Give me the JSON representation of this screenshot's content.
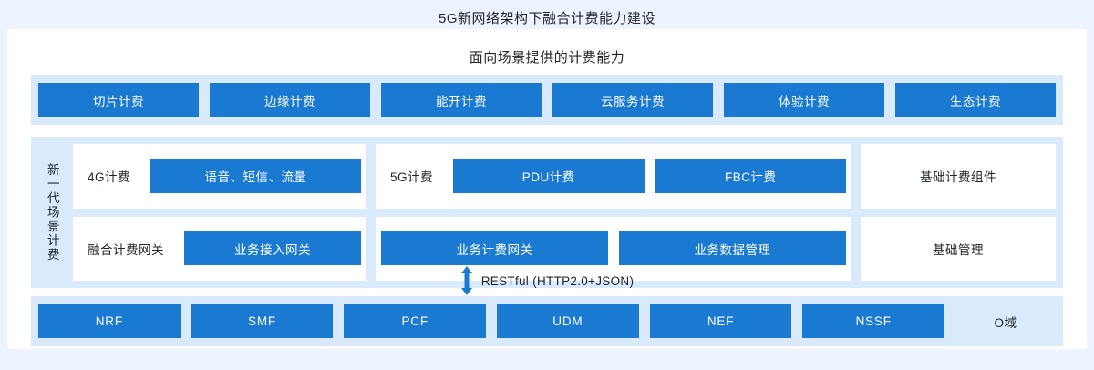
{
  "main_title": "5G新网络架构下融合计费能力建设",
  "card": {
    "sub_title": "面向场景提供的计费能力",
    "capability_row": {
      "items": [
        {
          "label": "切片计费"
        },
        {
          "label": "边缘计费"
        },
        {
          "label": "能开计费"
        },
        {
          "label": "云服务计费"
        },
        {
          "label": "体验计费"
        },
        {
          "label": "生态计费"
        }
      ]
    },
    "middle_section": {
      "vertical_label": "新一代场景计费",
      "rows": [
        {
          "group_label": "4G计费",
          "chips": [
            "语音、短信、流量"
          ],
          "group2_label": "5G计费",
          "chips2": [
            "PDU计费",
            "FBC计费"
          ],
          "right_label": "基础计费组件"
        },
        {
          "group_label": "融合计费网关",
          "chips": [
            "业务接入网关"
          ],
          "group2_label": "",
          "chips2": [
            "业务计费网关",
            "业务数据管理"
          ],
          "right_label": "基础管理"
        }
      ]
    },
    "connector": {
      "label": "RESTful (HTTP2.0+JSON)",
      "arrow_color": "#1a7ad2"
    },
    "bottom_row": {
      "items": [
        {
          "label": "NRF"
        },
        {
          "label": "SMF"
        },
        {
          "label": "PCF"
        },
        {
          "label": "UDM"
        },
        {
          "label": "NEF"
        },
        {
          "label": "NSSF"
        }
      ],
      "domain_label": "O域"
    }
  },
  "colors": {
    "page_bg": "#eef4ff",
    "card_bg": "#ffffff",
    "band_bg": "#daeafd",
    "chip_blue": "#1a7ad2",
    "text_dark": "#20242b",
    "text_light": "#ffffff"
  }
}
